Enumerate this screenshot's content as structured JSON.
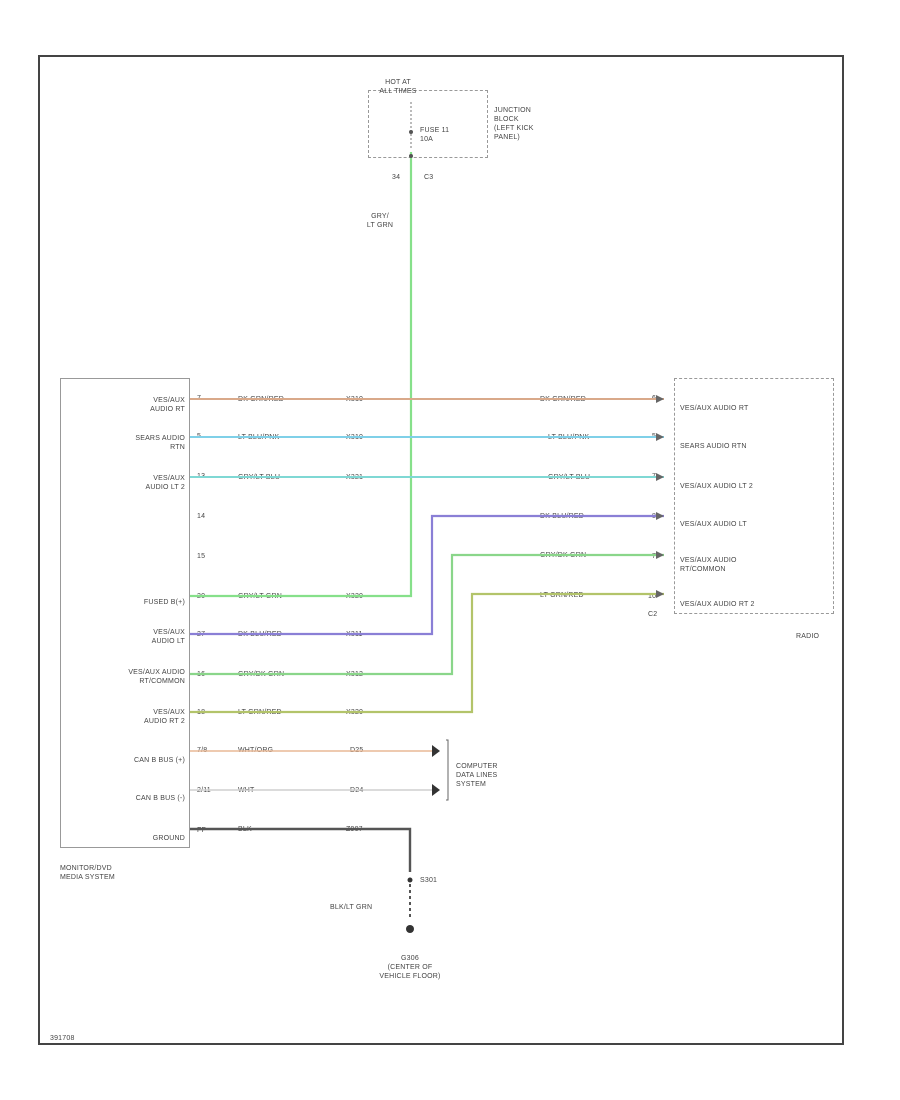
{
  "figure_id": "391708",
  "junction_block": {
    "hot_at": "HOT AT\nALL TIMES",
    "fuse": "FUSE 11\n10A",
    "name": "JUNCTION\nBLOCK\n(LEFT KICK\nPANEL)",
    "pin": "34",
    "connector": "C3"
  },
  "feed_wire": {
    "color": "GRY/\nLT GRN"
  },
  "left_module": {
    "name": "MONITOR/DVD\nMEDIA SYSTEM",
    "pins": [
      {
        "label": "VES/AUX\nAUDIO RT",
        "pin": "7"
      },
      {
        "label": "SEARS AUDIO\nRTN",
        "pin": "5"
      },
      {
        "label": "VES/AUX\nAUDIO LT 2",
        "pin": "13"
      },
      {
        "label": "",
        "pin": "14"
      },
      {
        "label": "",
        "pin": "15"
      },
      {
        "label": "FUSED B(+)",
        "pin": "20"
      },
      {
        "label": "VES/AUX\nAUDIO LT",
        "pin": "27"
      },
      {
        "label": "VES/AUX AUDIO\nRT/COMMON",
        "pin": "16"
      },
      {
        "label": "VES/AUX\nAUDIO RT 2",
        "pin": "18"
      },
      {
        "label": "CAN B BUS (+)",
        "pin": "7/8"
      },
      {
        "label": "CAN B BUS (-)",
        "pin": "2/11"
      },
      {
        "label": "GROUND",
        "pin": "FP"
      }
    ]
  },
  "right_module": {
    "name": "RADIO",
    "connector": "C2",
    "pins": [
      {
        "label": "VES/AUX AUDIO RT",
        "pin": "6"
      },
      {
        "label": "SEARS AUDIO RTN",
        "pin": "5"
      },
      {
        "label": "VES/AUX AUDIO LT 2",
        "pin": "7"
      },
      {
        "label": "VES/AUX AUDIO LT",
        "pin": "8"
      },
      {
        "label": "VES/AUX AUDIO\nRT/COMMON",
        "pin": "7"
      },
      {
        "label": "VES/AUX AUDIO RT 2",
        "pin": "10"
      }
    ]
  },
  "wires": [
    {
      "id": "audio-rt",
      "left_color": "DK GRN/RED",
      "circuit": "X310",
      "right_color": "DK GRN/RED",
      "stroke": "#d9a98a"
    },
    {
      "id": "sears-rtn",
      "left_color": "LT BLU/PNK",
      "circuit": "X310",
      "right_color": "LT BLU/PNK",
      "stroke": "#7fd0e8"
    },
    {
      "id": "audio-lt2",
      "left_color": "GRY/LT BLU",
      "circuit": "X321",
      "right_color": "GRY/LT BLU",
      "stroke": "#7fd8d4"
    },
    {
      "id": "audio-lt",
      "left_color": "DK BLU/RED",
      "circuit": "X311",
      "right_color": "DK BLU/RED",
      "stroke": "#8a7fd6"
    },
    {
      "id": "common",
      "left_color": "GRY/DK GRN",
      "circuit": "X312",
      "right_color": "GRY/DK GRN",
      "stroke": "#8ad68a"
    },
    {
      "id": "audio-rt2",
      "left_color": "LT GRN/RED",
      "circuit": "X320",
      "right_color": "LT GRN/RED",
      "stroke": "#b3c46a"
    },
    {
      "id": "fused-b",
      "left_color": "GRY/LT GRN",
      "circuit": "X320",
      "stroke": "#86e08a"
    },
    {
      "id": "can-plus",
      "left_color": "WHT/ORG",
      "circuit": "D25",
      "stroke": "#e8b896"
    },
    {
      "id": "can-minus",
      "left_color": "WHT",
      "circuit": "D24",
      "stroke": "#d8d8d8"
    },
    {
      "id": "ground",
      "left_color": "BLK",
      "circuit": "Z907",
      "stroke": "#555555"
    }
  ],
  "computer_lines": "COMPUTER\nDATA LINES\nSYSTEM",
  "splice": {
    "name": "S301",
    "wire": "BLK/LT GRN"
  },
  "ground_point": {
    "name": "G306\n(CENTER OF\nVEHICLE FLOOR)"
  }
}
